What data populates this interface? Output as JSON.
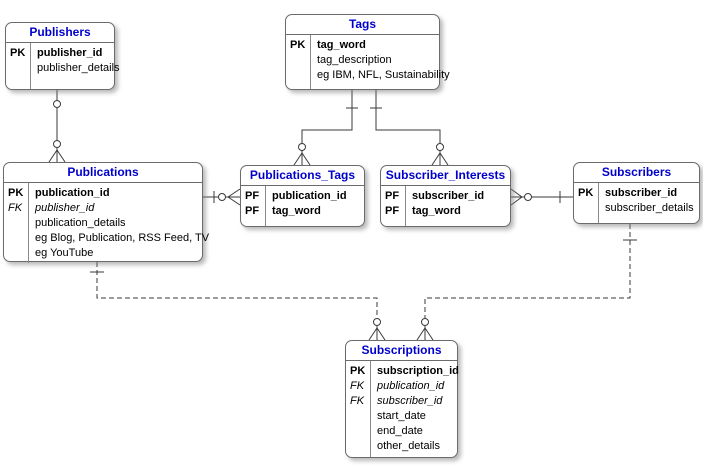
{
  "diagram": {
    "colors": {
      "entity_title": "#0000cc",
      "line": "#3a3a3a",
      "box_border": "#6b6b6b"
    },
    "entities": [
      {
        "id": "publishers",
        "title": "Publishers",
        "rows": [
          {
            "key": "PK",
            "name": "publisher_id"
          },
          {
            "key": "",
            "name": "publisher_details"
          }
        ]
      },
      {
        "id": "tags",
        "title": "Tags",
        "rows": [
          {
            "key": "PK",
            "name": "tag_word"
          },
          {
            "key": "",
            "name": "tag_description"
          },
          {
            "key": "",
            "name": "eg IBM, NFL, Sustainability"
          }
        ]
      },
      {
        "id": "publications",
        "title": "Publications",
        "rows": [
          {
            "key": "PK",
            "name": "publication_id"
          },
          {
            "key": "FK",
            "name": "publisher_id"
          },
          {
            "key": "",
            "name": "publication_details"
          },
          {
            "key": "",
            "name": "eg Blog, Publication, RSS Feed, TV"
          },
          {
            "key": "",
            "name": "eg YouTube"
          }
        ]
      },
      {
        "id": "publications_tags",
        "title": "Publications_Tags",
        "rows": [
          {
            "key": "PF",
            "name": "publication_id"
          },
          {
            "key": "PF",
            "name": "tag_word"
          }
        ]
      },
      {
        "id": "subscriber_interests",
        "title": "Subscriber_Interests",
        "rows": [
          {
            "key": "PF",
            "name": "subscriber_id"
          },
          {
            "key": "PF",
            "name": "tag_word"
          }
        ]
      },
      {
        "id": "subscribers",
        "title": "Subscribers",
        "rows": [
          {
            "key": "PK",
            "name": "subscriber_id"
          },
          {
            "key": "",
            "name": "subscriber_details"
          }
        ]
      },
      {
        "id": "subscriptions",
        "title": "Subscriptions",
        "rows": [
          {
            "key": "PK",
            "name": "subscription_id"
          },
          {
            "key": "FK",
            "name": "publication_id"
          },
          {
            "key": "FK",
            "name": "subscriber_id"
          },
          {
            "key": "",
            "name": "start_date"
          },
          {
            "key": "",
            "name": "end_date"
          },
          {
            "key": "",
            "name": "other_details"
          }
        ]
      }
    ],
    "relationships": [
      {
        "from": "Publishers",
        "to": "Publications",
        "type": "one-to-many",
        "line": "solid"
      },
      {
        "from": "Tags",
        "to": "Publications_Tags",
        "type": "one-to-many",
        "line": "solid"
      },
      {
        "from": "Tags",
        "to": "Subscriber_Interests",
        "type": "one-to-many",
        "line": "solid"
      },
      {
        "from": "Publications",
        "to": "Publications_Tags",
        "type": "one-to-many",
        "line": "solid"
      },
      {
        "from": "Subscribers",
        "to": "Subscriber_Interests",
        "type": "one-to-many",
        "line": "solid"
      },
      {
        "from": "Publications",
        "to": "Subscriptions",
        "type": "one-to-many",
        "line": "dashed"
      },
      {
        "from": "Subscribers",
        "to": "Subscriptions",
        "type": "one-to-many",
        "line": "dashed"
      }
    ]
  }
}
